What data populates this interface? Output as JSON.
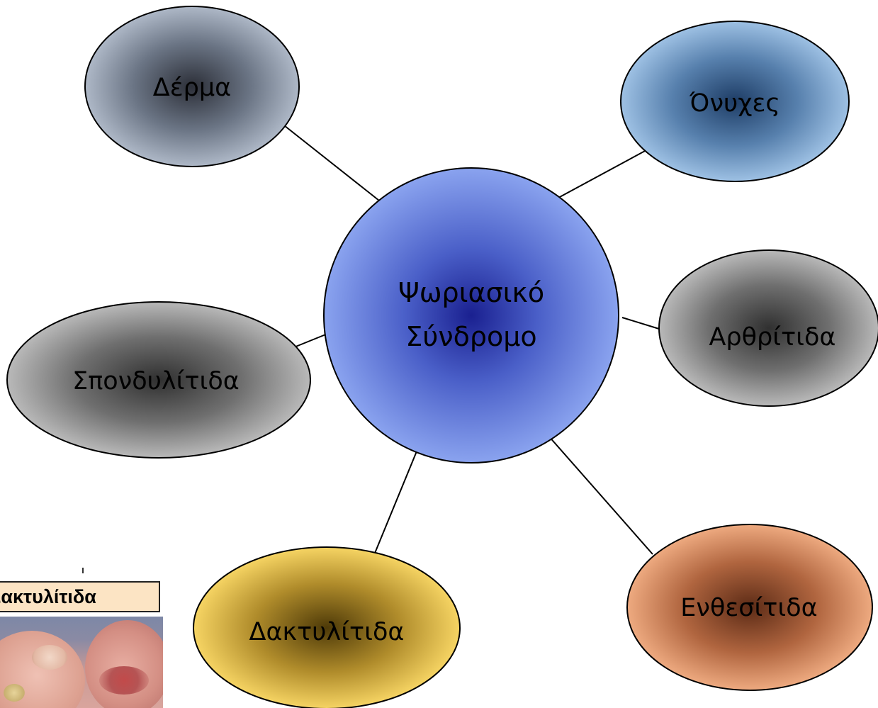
{
  "diagram": {
    "center": {
      "line1": "Ψωριασικό",
      "line2": "Σύνδρομο"
    },
    "nodes": [
      {
        "id": "derma",
        "label": "Δέρμα"
      },
      {
        "id": "onyches",
        "label": "Όνυχες"
      },
      {
        "id": "arthritida",
        "label": "Αρθρίτιδα"
      },
      {
        "id": "spondylitida",
        "label": "Σπονδυλίτιδα"
      },
      {
        "id": "enthesitida",
        "label": "Ενθεσίτιδα"
      },
      {
        "id": "daktylitida",
        "label": "Δακτυλίτιδα"
      }
    ]
  },
  "photo": {
    "caption": "Δακτυλίτιδα"
  }
}
